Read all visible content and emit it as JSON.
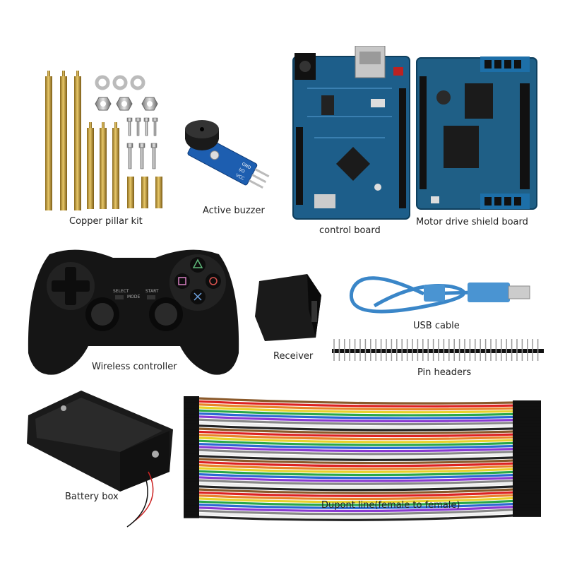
{
  "labels": {
    "copper": "Copper pillar kit",
    "buzzer": "Active buzzer",
    "control": "control board",
    "motor": "Motor drive shield board",
    "controller": "Wireless controller",
    "receiver": "Receiver",
    "usb": "USB cable",
    "pins": "Pin headers",
    "battery": "Battery box",
    "dupont": "Dupont line(female to female)"
  },
  "controller_buttons": {
    "select": "SELECT",
    "mode": "MODE",
    "start": "START"
  },
  "buzzer_pins": {
    "gnd": "GND",
    "io": "I/O",
    "vcc": "VCC"
  },
  "colors": {
    "brass": "#c9a13b",
    "pcb_blue": "#1d5e8a",
    "usb_blue": "#3a86c8",
    "black": "#151515"
  }
}
